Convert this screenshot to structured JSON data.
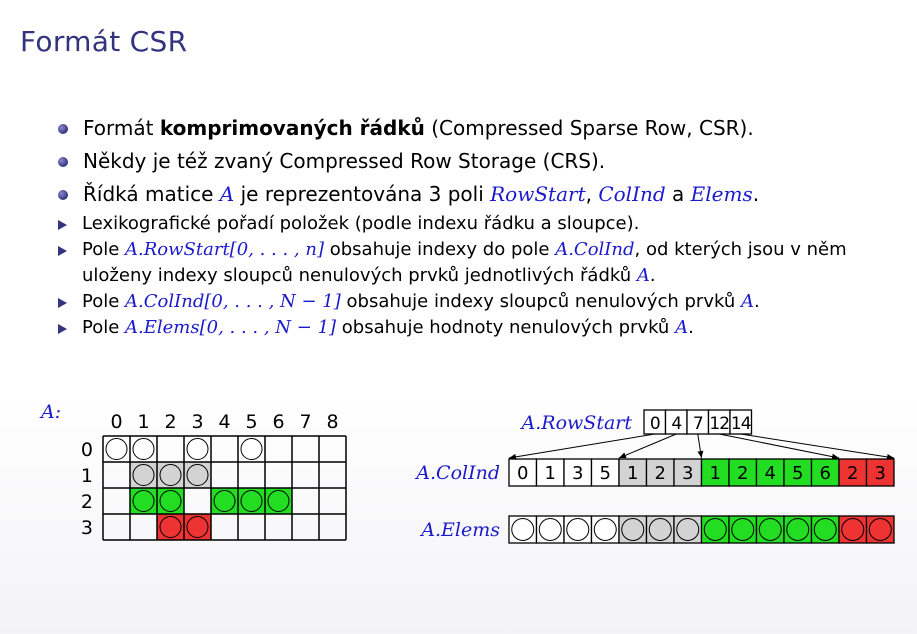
{
  "title": "Formát CSR",
  "bullets": [
    {
      "pre": "Formát ",
      "bold": "komprimovaných řádků",
      "post": " (Compressed Sparse Row, CSR)."
    },
    {
      "text": "Někdy je též zvaný Compressed Row Storage (CRS)."
    },
    {
      "p1": "Řídká matice ",
      "m1": "A",
      "p2": " je reprezentována 3 poli ",
      "m2": "RowStart",
      "p3": ", ",
      "m3": "ColInd",
      "p4": " a ",
      "m4": "Elems",
      "p5": "."
    }
  ],
  "subbullets": [
    {
      "text": "Lexikografické pořadí položek (podle indexu řádku a sloupce)."
    },
    {
      "p1": "Pole ",
      "m1": "A.RowStart[0, . . . , n]",
      "p2": " obsahuje indexy do pole ",
      "m2": "A.ColInd",
      "p3": ", od kterých jsou v něm uloženy indexy sloupců nenulových prvků jednotlivých řádků ",
      "m3": "A",
      "p4": "."
    },
    {
      "p1": "Pole ",
      "m1": "A.ColInd[0, . . . , N − 1]",
      "p2": " obsahuje indexy sloupců nenulových prvků ",
      "m2": "A",
      "p3": "."
    },
    {
      "p1": "Pole ",
      "m1": "A.Elems[0, . . . , N − 1]",
      "p2": " obsahuje hodnoty nenulových prvků ",
      "m2": "A",
      "p3": "."
    }
  ],
  "matrix": {
    "label": "A:",
    "col_headers": [
      "0",
      "1",
      "2",
      "3",
      "4",
      "5",
      "6",
      "7",
      "8"
    ],
    "row_headers": [
      "0",
      "1",
      "2",
      "3"
    ],
    "rows": [
      [
        "white",
        "white",
        "",
        "white",
        "",
        "white",
        "",
        "",
        ""
      ],
      [
        "",
        "grey",
        "grey",
        "grey",
        "",
        "",
        "",
        "",
        ""
      ],
      [
        "",
        "green",
        "green",
        "",
        "green",
        "green",
        "green",
        "",
        ""
      ],
      [
        "",
        "",
        "red",
        "red",
        "",
        "",
        "",
        "",
        ""
      ]
    ]
  },
  "rowstart": {
    "label": "A.RowStart",
    "values": [
      "0",
      "4",
      "7",
      "12",
      "14"
    ]
  },
  "colind": {
    "label": "A.ColInd",
    "values": [
      "0",
      "1",
      "3",
      "5",
      "1",
      "2",
      "3",
      "1",
      "2",
      "4",
      "5",
      "6",
      "2",
      "3"
    ],
    "fills": [
      "white",
      "white",
      "white",
      "white",
      "grey",
      "grey",
      "grey",
      "green",
      "green",
      "green",
      "green",
      "green",
      "red",
      "red"
    ]
  },
  "elems": {
    "label": "A.Elems",
    "fills": [
      "white",
      "white",
      "white",
      "white",
      "grey",
      "grey",
      "grey",
      "green",
      "green",
      "green",
      "green",
      "green",
      "red",
      "red"
    ]
  },
  "colors": {
    "title": "#33337f",
    "math": "#1a1acc",
    "white": "#ffffff",
    "grey": "#d3d3d3",
    "green": "#22dd22",
    "red": "#ee3333"
  }
}
